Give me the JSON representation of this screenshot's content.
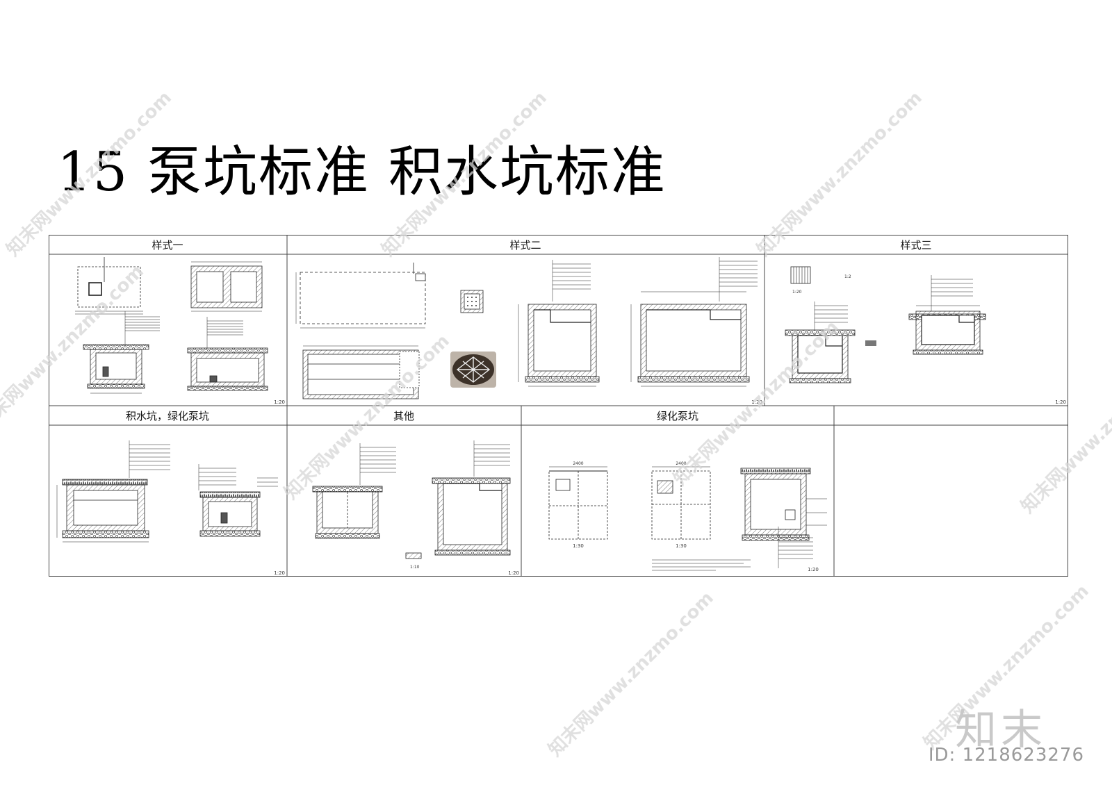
{
  "page": {
    "title": "15  泵坑标准  积水坑标准"
  },
  "panels": {
    "top": [
      {
        "label": "样式一",
        "scale": "1:20"
      },
      {
        "label": "样式二",
        "scale": "1:20"
      },
      {
        "label": "样式三",
        "scale": "1:20"
      }
    ],
    "bottom": [
      {
        "label": "积水坑，绿化泵坑",
        "scale": "1:20"
      },
      {
        "label": "其他",
        "scale": "1:20"
      },
      {
        "label": "绿化泵坑",
        "scale": "1:20"
      },
      {
        "label": "",
        "scale": ""
      }
    ],
    "sub_scales": {
      "style3_plan": "1:20",
      "style3_detail": "1:2",
      "other_detail": "1:10",
      "green_plan_a": "1:30",
      "green_plan_b": "1:30",
      "green_plan_dim": "2400"
    }
  },
  "watermark": {
    "text": "知末网www.znzmo.com",
    "color": "#d9d9d9"
  },
  "brand": {
    "logo_text": "知末",
    "id_text": "ID: 1218623276"
  }
}
